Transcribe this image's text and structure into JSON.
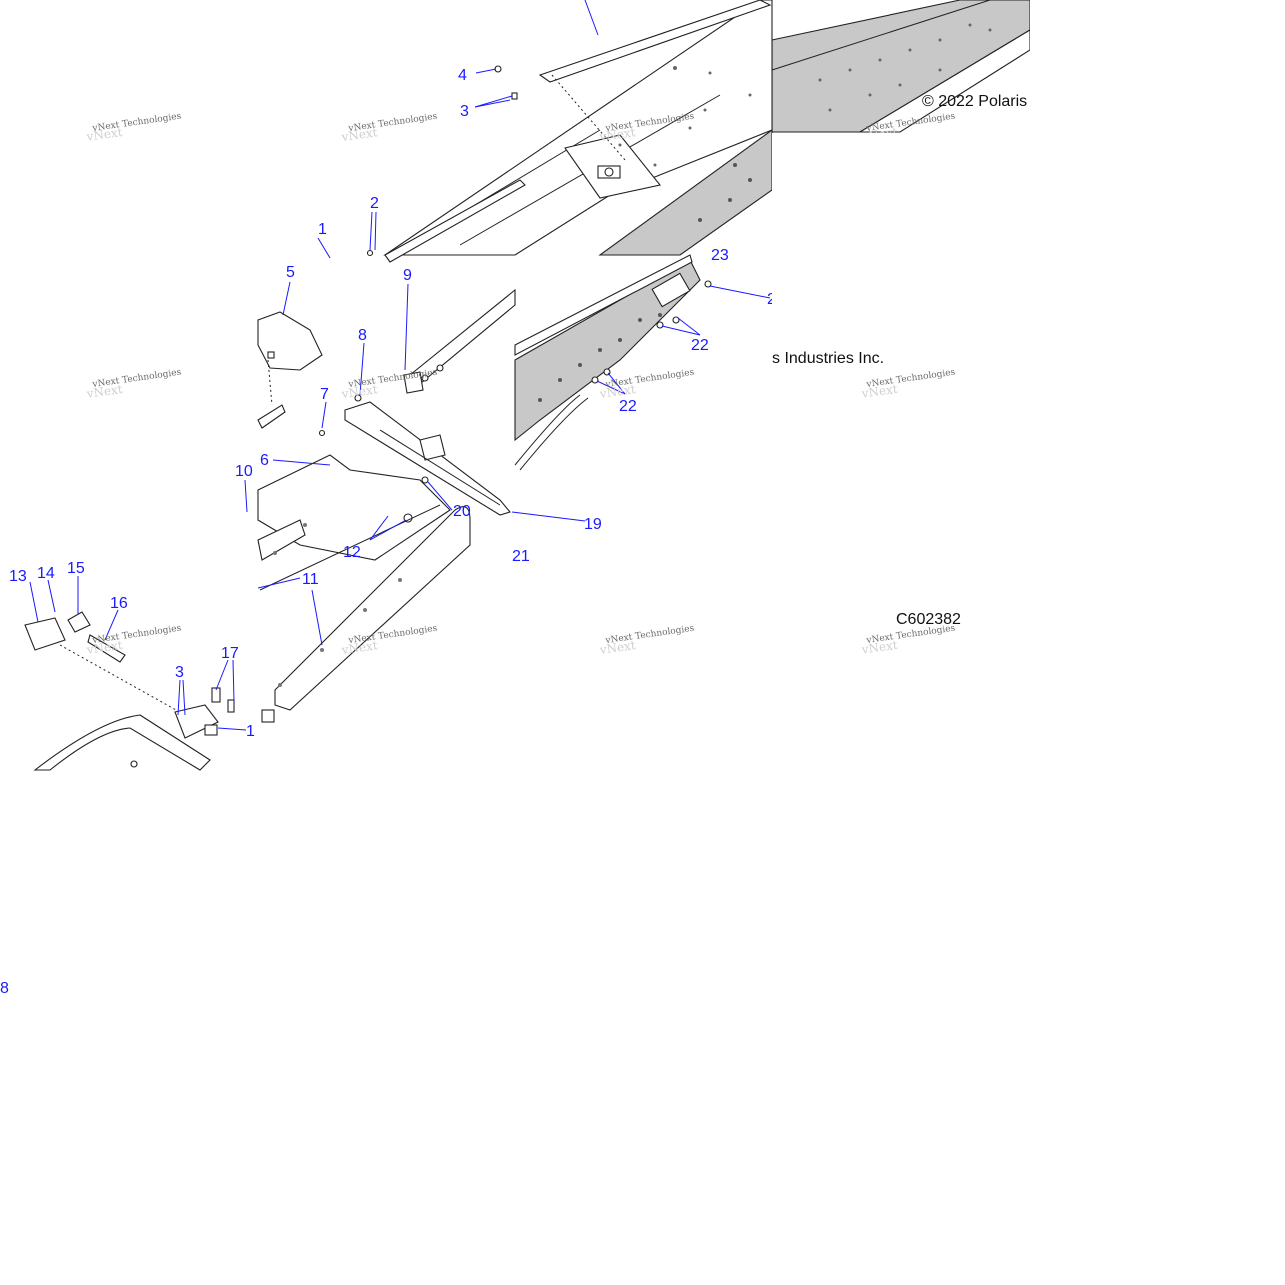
{
  "diagram": {
    "copyright_left": "© 2022 Polaris",
    "copyright_right": "s Industries Inc.",
    "figure_id": "C602382",
    "watermark": "vNext Technologies",
    "callouts": {
      "c1": "1",
      "c2": "2",
      "c3a": "3",
      "c3b": "3",
      "c4": "4",
      "c5": "5",
      "c6": "6",
      "c7": "7",
      "c8": "8",
      "c8b": "8",
      "c9": "9",
      "c10": "10",
      "c11": "11",
      "c12": "12",
      "c13": "13",
      "c14": "14",
      "c15": "15",
      "c16": "16",
      "c17": "17",
      "c18": "1",
      "c19": "19",
      "c20": "20",
      "c21": "21",
      "c22a": "22",
      "c22b": "22",
      "c23": "23",
      "c2b": "2"
    }
  }
}
